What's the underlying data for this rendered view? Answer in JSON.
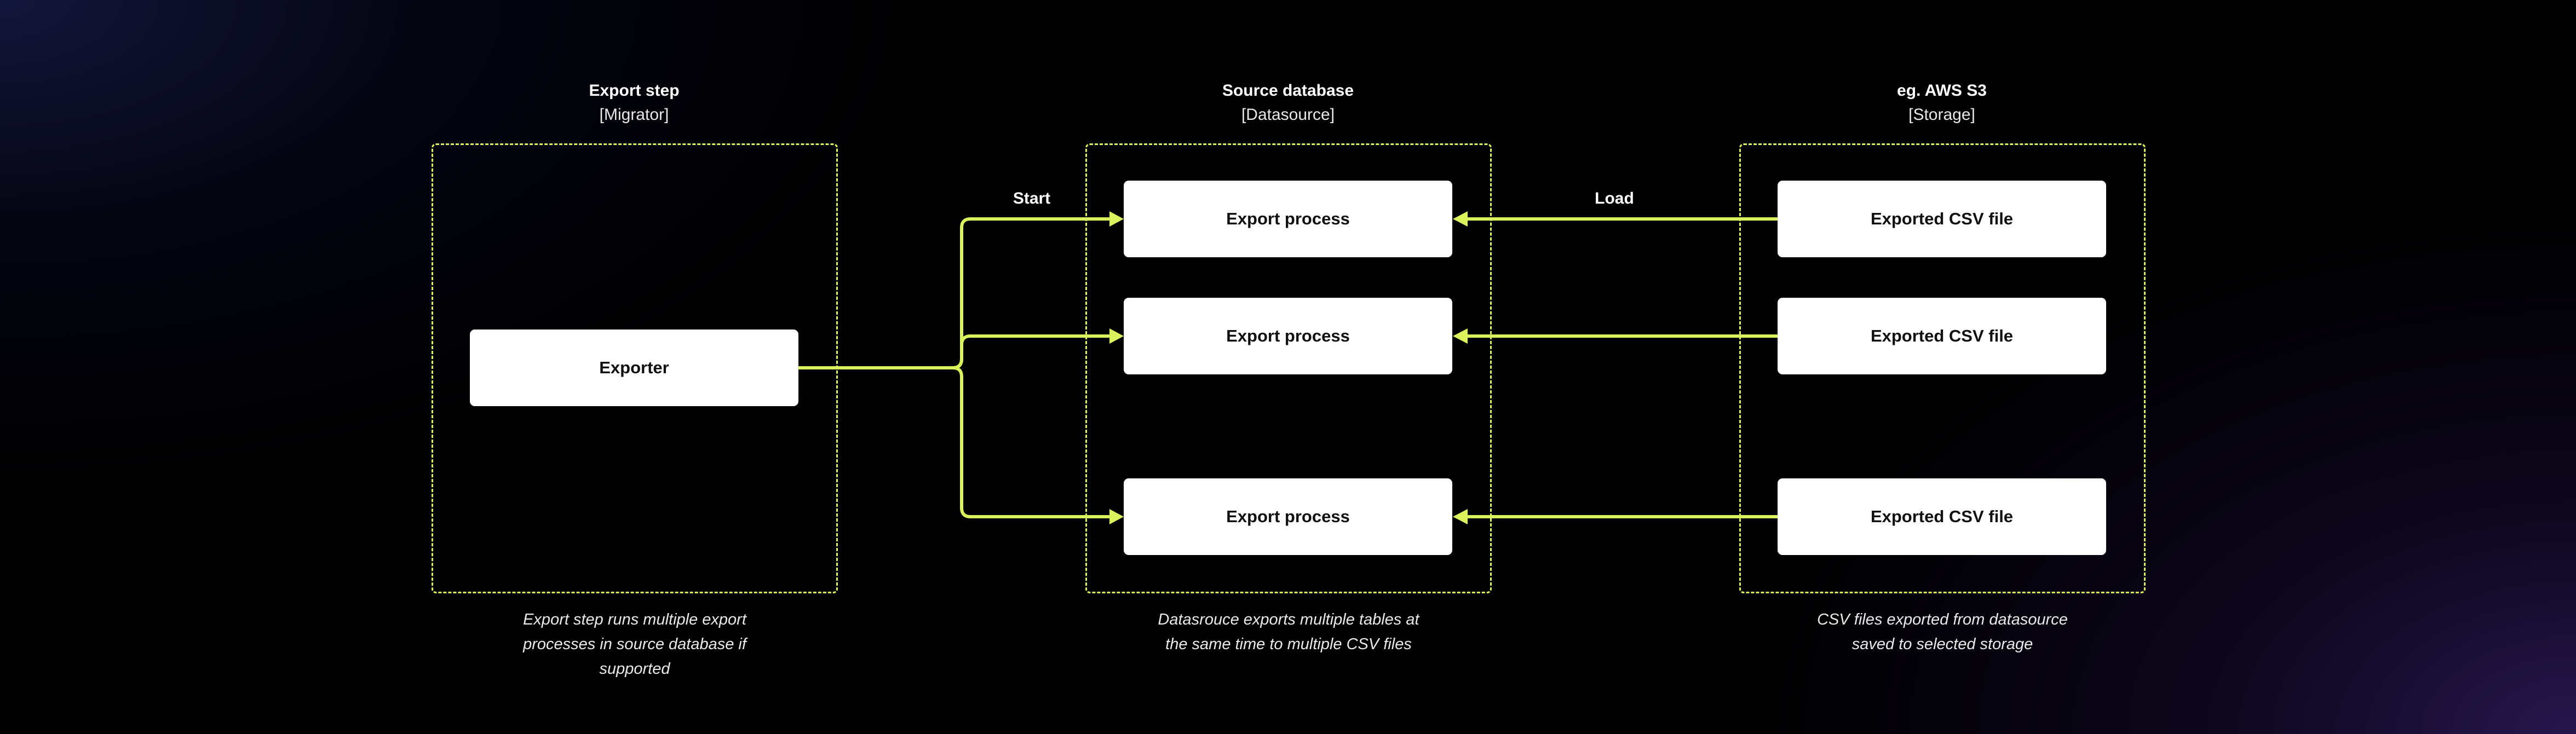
{
  "accent_color": "#dcf25c",
  "groups": [
    {
      "title": "Export step",
      "subtitle": "[Migrator]",
      "caption": "Export step runs multiple export processes in source database if supported"
    },
    {
      "title": "Source database",
      "subtitle": "[Datasource]",
      "caption": "Datasrouce exports multiple tables at the same time to multiple CSV files"
    },
    {
      "title": "eg. AWS S3",
      "subtitle": "[Storage]",
      "caption": "CSV files exported from datasource saved to selected storage"
    }
  ],
  "nodes": {
    "exporter": "Exporter",
    "export_processes": [
      "Export process",
      "Export process",
      "Export process"
    ],
    "csv_files": [
      "Exported CSV file",
      "Exported CSV file",
      "Exported CSV file"
    ]
  },
  "edge_labels": {
    "start": "Start",
    "load": "Load"
  }
}
